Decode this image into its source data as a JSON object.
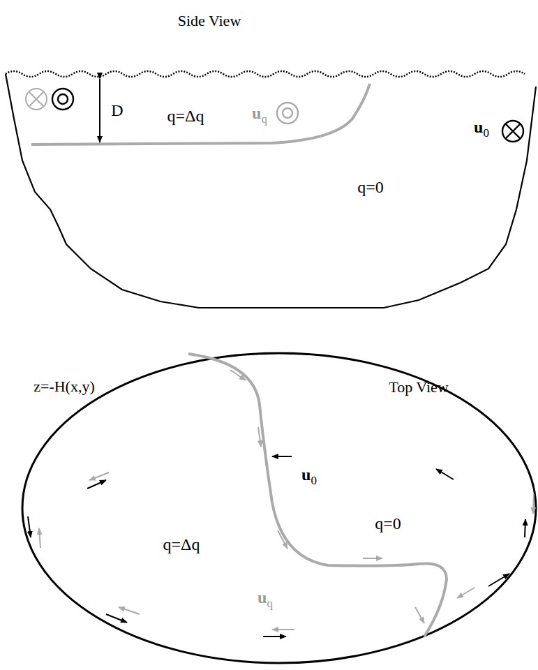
{
  "diagram": {
    "labels": [
      "Side View",
      "D",
      "q=Δq",
      "uq",
      "q=0",
      "u0",
      "z=-H(x,y)",
      "Top View",
      "q=Δq",
      "q=0",
      "u0",
      "uq"
    ]
  }
}
